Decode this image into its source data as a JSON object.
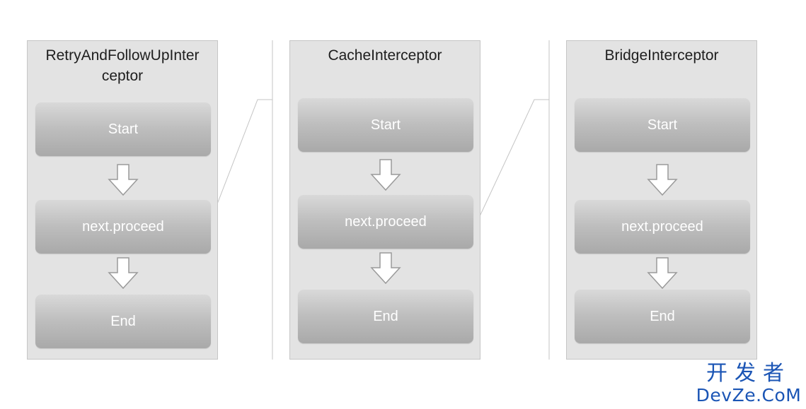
{
  "panels": [
    {
      "title_line1": "RetryAndFollowUpInter",
      "title_line2": "ceptor",
      "steps": [
        "Start",
        "next.proceed",
        "End"
      ]
    },
    {
      "title_line1": "CacheInterceptor",
      "title_line2": "",
      "steps": [
        "Start",
        "next.proceed",
        "End"
      ]
    },
    {
      "title_line1": "BridgeInterceptor",
      "title_line2": "",
      "steps": [
        "Start",
        "next.proceed",
        "End"
      ]
    }
  ],
  "watermark": {
    "chinese": "开发者",
    "latin": "DevZe.CoM",
    "color": "#1b55b5"
  },
  "colors": {
    "panel_bg": "#e3e3e3",
    "step_text": "#ffffff",
    "connector": "#bdbdbd"
  }
}
